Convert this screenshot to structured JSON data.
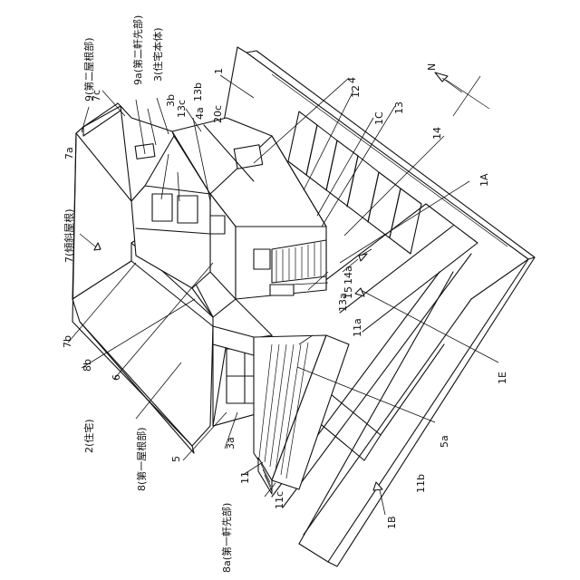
{
  "figure": {
    "labels": [
      {
        "id": "l-1",
        "text": "1"
      },
      {
        "id": "l-1a",
        "text": "1A"
      },
      {
        "id": "l-1b",
        "text": "1B"
      },
      {
        "id": "l-1c",
        "text": "1C"
      },
      {
        "id": "l-1e",
        "text": "1E"
      },
      {
        "id": "l-2",
        "text": "2(住宅)"
      },
      {
        "id": "l-3",
        "text": "3(住宅本体)"
      },
      {
        "id": "l-3a",
        "text": "3a"
      },
      {
        "id": "l-3b",
        "text": "3b"
      },
      {
        "id": "l-4",
        "text": "4"
      },
      {
        "id": "l-4a",
        "text": "4a"
      },
      {
        "id": "l-5",
        "text": "5"
      },
      {
        "id": "l-5a",
        "text": "5a"
      },
      {
        "id": "l-6",
        "text": "6"
      },
      {
        "id": "l-7",
        "text": "7(傾斜屋根)"
      },
      {
        "id": "l-7a",
        "text": "7a"
      },
      {
        "id": "l-7b",
        "text": "7b"
      },
      {
        "id": "l-7c",
        "text": "7c"
      },
      {
        "id": "l-8",
        "text": "8(第一屋根部)"
      },
      {
        "id": "l-8a",
        "text": "8a(第一軒先部)"
      },
      {
        "id": "l-8b",
        "text": "8b"
      },
      {
        "id": "l-9",
        "text": "9(第二屋根部)"
      },
      {
        "id": "l-9a",
        "text": "9a(第二軒先部)"
      },
      {
        "id": "l-11",
        "text": "11"
      },
      {
        "id": "l-11a",
        "text": "11a"
      },
      {
        "id": "l-11b",
        "text": "11b"
      },
      {
        "id": "l-11c",
        "text": "11c"
      },
      {
        "id": "l-12",
        "text": "12"
      },
      {
        "id": "l-13",
        "text": "13"
      },
      {
        "id": "l-13a",
        "text": "13a"
      },
      {
        "id": "l-13b",
        "text": "13b"
      },
      {
        "id": "l-13c",
        "text": "13c"
      },
      {
        "id": "l-14",
        "text": "14"
      },
      {
        "id": "l-14a",
        "text": "14a"
      },
      {
        "id": "l-15",
        "text": "15"
      },
      {
        "id": "l-20c",
        "text": "20c"
      },
      {
        "id": "l-n",
        "text": "N"
      }
    ]
  }
}
